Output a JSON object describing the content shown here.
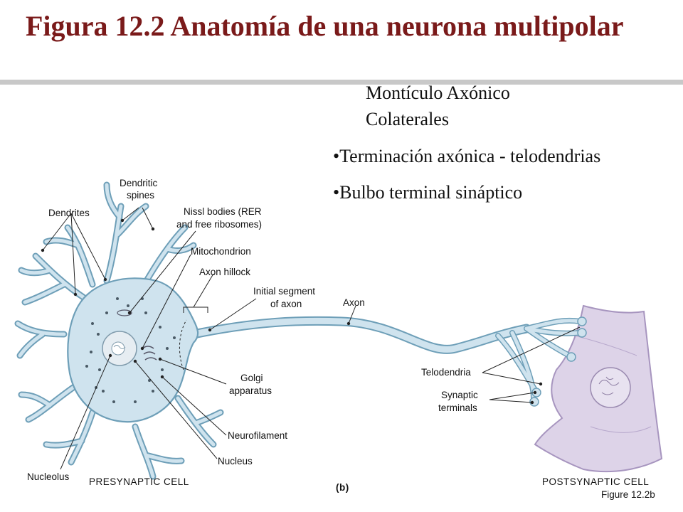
{
  "title": "Figura 12.2  Anatomía de una neurona multipolar",
  "notes": {
    "line1": "Montículo Axónico",
    "line2": "Colaterales",
    "bullet1": "Terminación axónica - telodendrias",
    "bullet2": "Bulbo terminal sináptico"
  },
  "labels": {
    "dendritic_spines": [
      "Dendritic",
      "spines"
    ],
    "dendrites": "Dendrites",
    "nissl_bodies": [
      "Nissl bodies (RER",
      "and free ribosomes)"
    ],
    "mitochondrion": "Mitochondrion",
    "axon_hillock": "Axon hillock",
    "initial_segment": [
      "Initial segment",
      "of axon"
    ],
    "axon": "Axon",
    "golgi": [
      "Golgi",
      "apparatus"
    ],
    "neurofilament": "Neurofilament",
    "nucleus": "Nucleus",
    "nucleolus": "Nucleolus",
    "telodendria": "Telodendria",
    "synaptic_terminals": [
      "Synaptic",
      "terminals"
    ],
    "presynaptic_cell": "PRESYNAPTIC CELL",
    "postsynaptic_cell": "POSTSYNAPTIC CELL",
    "panel": "(b)",
    "figure_ref": "Figure 12.2b"
  },
  "colors": {
    "title": "#7a1a1a",
    "presynaptic_fill": "#cfe3ee",
    "presynaptic_stroke": "#6e9fb8",
    "postsynaptic_fill": "#ddd3e8",
    "postsynaptic_stroke": "#a795bf"
  }
}
